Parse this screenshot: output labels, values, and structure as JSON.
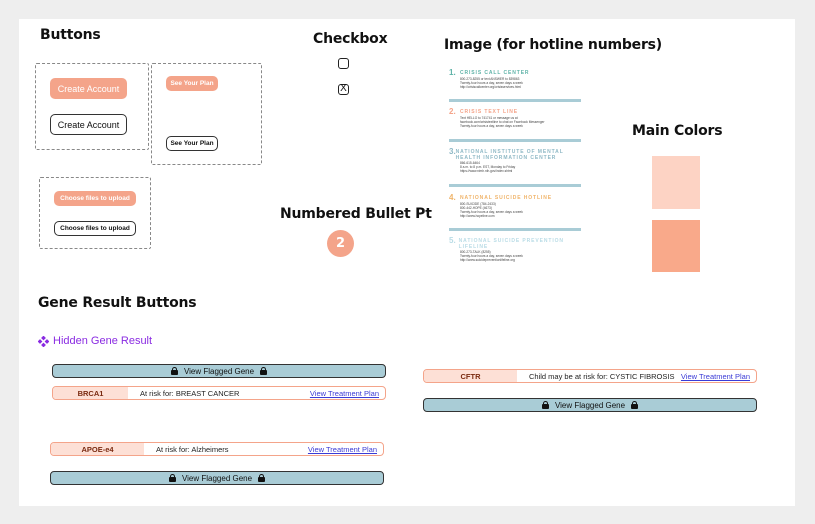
{
  "headings": {
    "buttons": "Buttons",
    "checkbox": "Checkbox",
    "image": "Image (for hotline numbers)",
    "main_colors": "Main Colors",
    "numbered_bullet": "Numbered Bullet Pt",
    "gene_result_buttons": "Gene Result Buttons"
  },
  "buttons": {
    "create_account_filled": "Create Account",
    "create_account_outline": "Create Account",
    "see_plan_filled": "See Your Plan",
    "see_plan_outline": "See Your Plan",
    "upload_filled": "Choose files to upload",
    "upload_outline": "Choose files to upload"
  },
  "checkbox": {
    "unchecked_icon": "checkbox-empty",
    "checked_mark": "X"
  },
  "bullet": {
    "number": "2"
  },
  "hotlines": [
    {
      "num": "1.",
      "title": "CRISIS CALL CENTER",
      "color": "#5fb3a8",
      "lines": [
        "800-273-8255 or text ANSWER to 839863",
        "Twenty-four hours a day, seven days a week",
        "http://crisiscallcenter.org/crisisservices.html"
      ]
    },
    {
      "num": "2.",
      "title": "CRISIS TEXT LINE",
      "color": "#f4a48a",
      "lines": [
        "Text HELLO to 741741 or message us at",
        "facebook.com/crisistextline to chat on Facebook Messenger",
        "Twenty-four hours a day, seven days a week"
      ]
    },
    {
      "num": "3.",
      "title": "NATIONAL INSTITUTE OF MENTAL HEALTH INFORMATION CENTER",
      "color": "#8fb9c6",
      "lines": [
        "866-615-6464",
        "8 a.m. to 8 p.m. EST, Monday to Friday",
        "https://www.nimh.nih.gov/index.shtml"
      ]
    },
    {
      "num": "4.",
      "title": "NATIONAL SUICIDE HOTLINE",
      "color": "#f0b46a",
      "lines": [
        "800-SUICIDE (784-2433)",
        "800-442-HOPE (4673)",
        "Twenty-four hours a day, seven days a week",
        "http://www.hopeline.com"
      ]
    },
    {
      "num": "5.",
      "title": "NATIONAL SUICIDE PREVENTION LIFELINE",
      "color": "#b9dce6",
      "lines": [
        "800-273-TALK (8255)",
        "Twenty-four hours a day, seven days a week",
        "http://www.suicidepreventionlifeline.org"
      ]
    }
  ],
  "colors": {
    "light": "#fdd3c4",
    "primary": "#f9a98a",
    "accent": "#f4a48a",
    "teal": "#a9ccd6"
  },
  "hidden_gene": {
    "icon": "diamond-cluster-icon",
    "label": "Hidden Gene Result"
  },
  "flagged_label": "View Flagged Gene",
  "gene_results": [
    {
      "gene": "BRCA1",
      "risk": "At risk for: BREAST CANCER",
      "link": "View Treatment Plan"
    },
    {
      "gene": "CFTR",
      "risk": "Child may be at risk for: CYSTIC FIBROSIS",
      "link": "View Treatment Plan"
    },
    {
      "gene": "APOE-e4",
      "risk": "At risk for: Alzheimers",
      "link": "View Treatment Plan"
    }
  ]
}
